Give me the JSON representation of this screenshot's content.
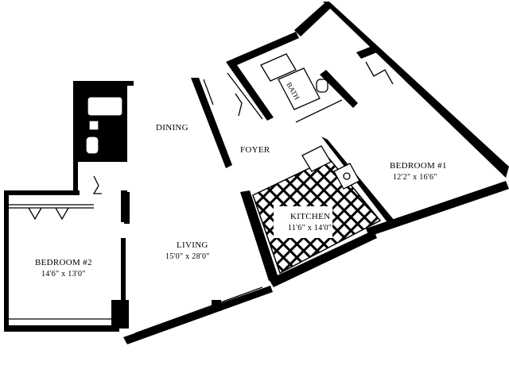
{
  "rooms": {
    "bedroom1": {
      "name": "BEDROOM #1",
      "dims": "12'2\" x 16'6\""
    },
    "bedroom2": {
      "name": "BEDROOM #2",
      "dims": "14'6\" x 13'0\""
    },
    "kitchen": {
      "name": "KITCHEN",
      "dims": "11'6\" x 14'0\""
    },
    "living": {
      "name": "LIVING",
      "dims": "15'0\" x 28'0\""
    },
    "dining": {
      "name": "DINING"
    },
    "foyer": {
      "name": "FOYER"
    },
    "bath1": {
      "name": "BATH"
    },
    "bath2": {
      "name": "BATH"
    }
  }
}
